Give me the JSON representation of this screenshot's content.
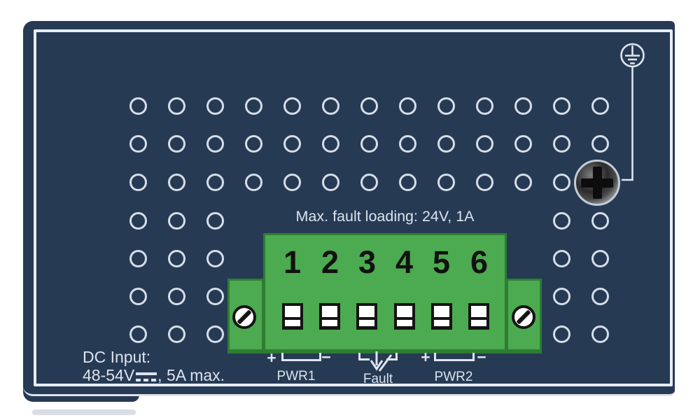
{
  "panel": {
    "max_fault_note": "Max. fault loading: 24V, 1A",
    "dc_input": {
      "line1": "DC Input:",
      "voltage": "48-54V",
      "suffix": ", 5A max."
    },
    "terminal_block": {
      "numbers": [
        "1",
        "2",
        "3",
        "4",
        "5",
        "6"
      ]
    },
    "wiring": {
      "pwr1": {
        "plus": "+",
        "minus": "−",
        "label": "PWR1"
      },
      "fault": {
        "label": "Fault"
      },
      "pwr2": {
        "plus": "+",
        "minus": "−",
        "label": "PWR2"
      }
    },
    "icons": {
      "ground": "protective-earth-ground",
      "panel_screw": "phillips-screw",
      "terminal_screw_left": "slotted-screw",
      "terminal_screw_right": "slotted-screw",
      "dc_symbol": "direct-current"
    },
    "colors": {
      "panel_navy": "#263A54",
      "outline_light": "#E8EDF4",
      "terminal_green": "#4CAB50",
      "terminal_green_dark": "#2E7D32",
      "label_light": "#DCE3EE",
      "screw_cross": "#0D0D0D"
    }
  }
}
